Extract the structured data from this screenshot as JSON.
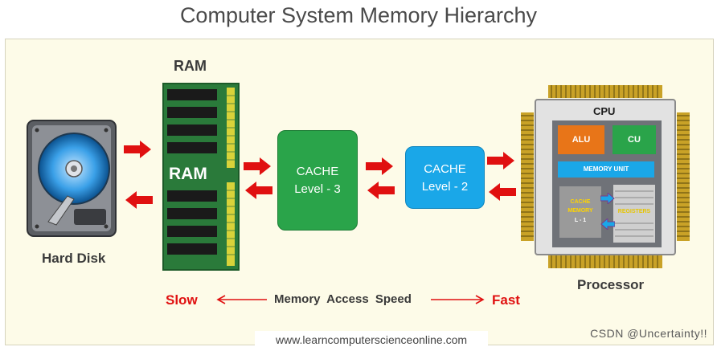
{
  "title": "Computer System Memory Hierarchy",
  "components": {
    "hard_disk_label": "Hard Disk",
    "ram_label": "RAM",
    "ram_chip_text": "RAM",
    "cache_l3": {
      "line1": "CACHE",
      "line2": "Level - 3"
    },
    "cache_l2": {
      "line1": "CACHE",
      "line2": "Level - 2"
    },
    "processor_label": "Processor"
  },
  "cpu": {
    "label": "CPU",
    "alu": "ALU",
    "cu": "CU",
    "memory_unit": "MEMORY UNIT",
    "cache_l1": {
      "line1": "CACHE",
      "line2": "MEMORY",
      "line3": "L - 1"
    },
    "registers": "REGISTERS"
  },
  "speed_scale": {
    "slow": "Slow",
    "middle": "Memory Access Speed",
    "fast": "Fast"
  },
  "website": "www.learncomputerscienceonline.com",
  "credit": "CSDN @Uncertainty!!",
  "colors": {
    "arrow": "#e01010",
    "cache_l3": "#2aa44a",
    "cache_l2": "#1aa7e8",
    "alu": "#e87518",
    "cu": "#2aa44a",
    "memory_unit": "#1aa7e8"
  }
}
